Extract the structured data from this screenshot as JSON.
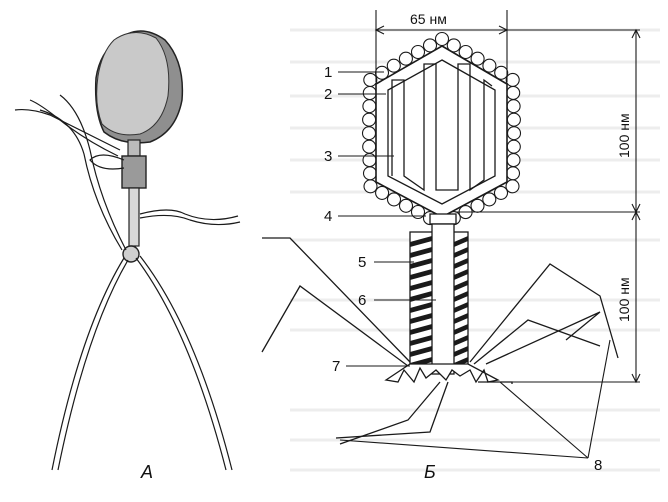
{
  "panels": {
    "a": {
      "caption": "А"
    },
    "b": {
      "caption": "Б"
    }
  },
  "dimensions": {
    "head_width": "65 нм",
    "head_height": "100 нм",
    "tail_height": "100 нм"
  },
  "labels": [
    "1",
    "2",
    "3",
    "4",
    "5",
    "6",
    "7",
    "8"
  ],
  "colors": {
    "ink": "#1a1a1a",
    "head_fill": "#c9c9c9",
    "head_shadow": "#8f8f8f",
    "sheath_stripe": "#1a1a1a"
  }
}
